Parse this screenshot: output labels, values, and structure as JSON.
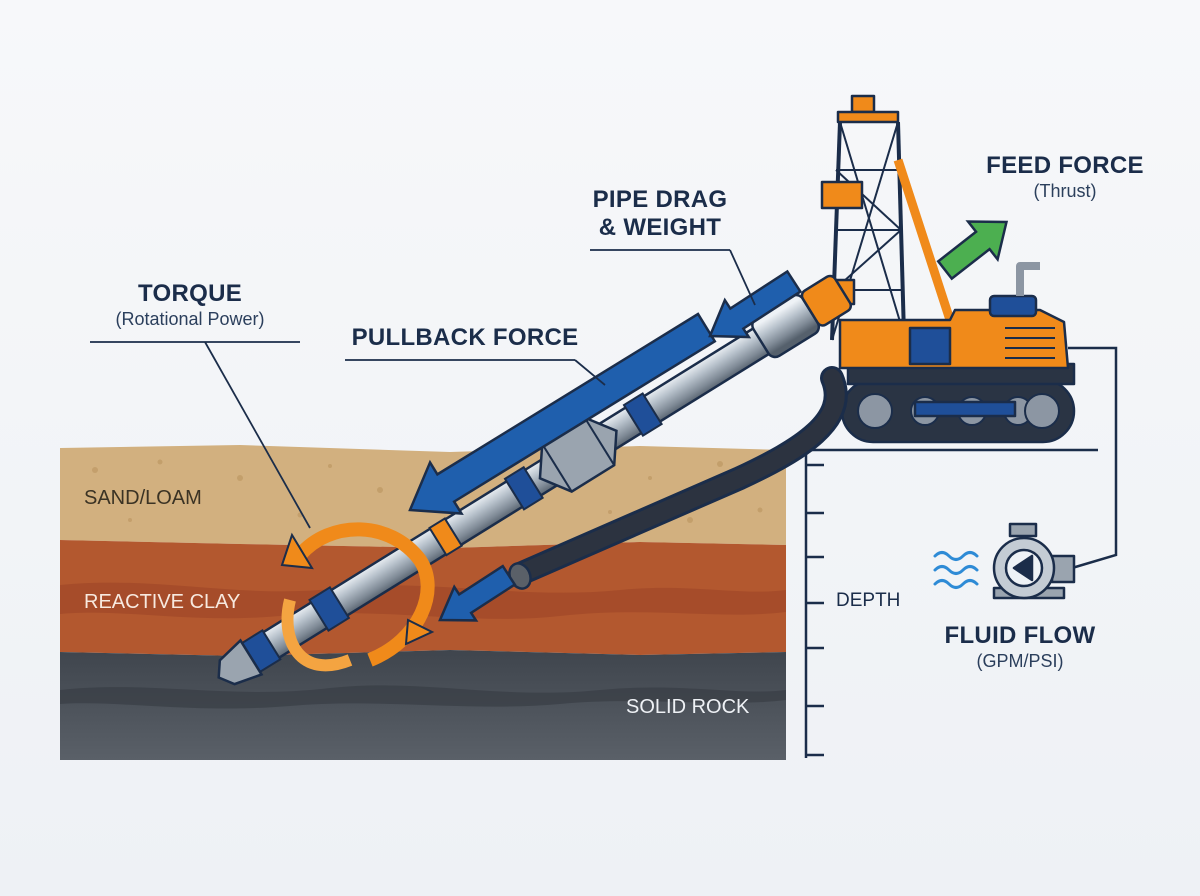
{
  "title": "",
  "labels": {
    "feed_force": {
      "head": "FEED FORCE",
      "sub": "(Thrust)"
    },
    "pipe_drag": {
      "line1": "PIPE DRAG",
      "line2": "& WEIGHT"
    },
    "torque": {
      "head": "TORQUE",
      "sub": "(Rotational Power)"
    },
    "pullback_force": {
      "head": "PULLBACK FORCE"
    },
    "fluid_flow": {
      "head": "FLUID FLOW",
      "sub": "(GPM/PSI)"
    },
    "depth": "DEPTH"
  },
  "strata": [
    {
      "label": "SAND/LOAM",
      "color": "#d2b07f"
    },
    {
      "label": "REACTIVE CLAY",
      "color": "#b3582f"
    },
    {
      "label": "SOLID ROCK",
      "color": "#4b5159"
    }
  ],
  "colors": {
    "force_arrow": "#1f5fad",
    "feed_arrow": "#4caf50",
    "torque_arrow": "#f08a1a",
    "rig_orange": "#f08a1a",
    "rig_blue": "#1f4f99"
  },
  "icons": [
    "drill-rig-icon",
    "mud-pump-icon",
    "drill-bit-icon",
    "reamer-icon",
    "fluid-hose-icon",
    "fluid-wave-icon"
  ]
}
